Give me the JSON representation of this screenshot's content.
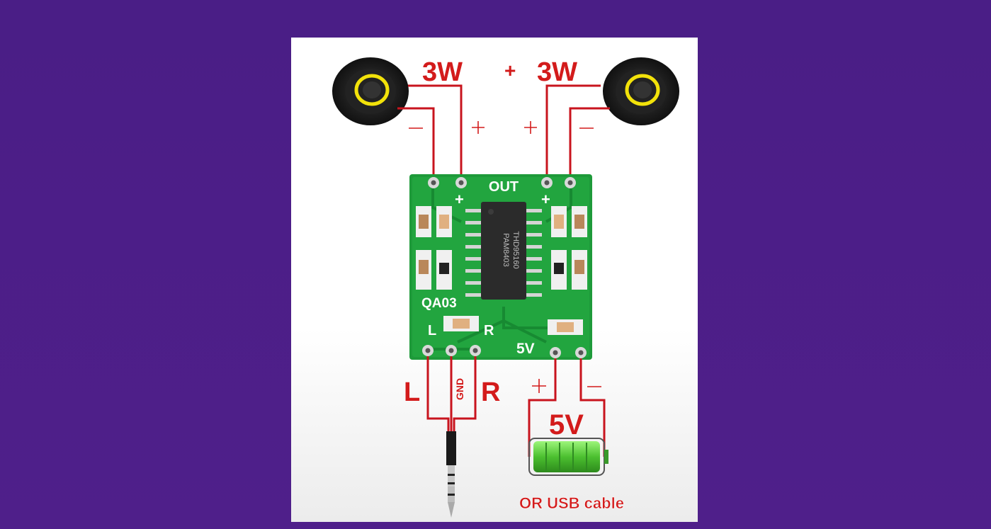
{
  "labels": {
    "power_left": "3W",
    "power_right": "3W",
    "power_plus": "+",
    "left_channel": "L",
    "ground": "GND",
    "right_channel": "R",
    "supply_voltage": "5V",
    "usb_note": "OR USB cable"
  },
  "board": {
    "out_label": "OUT",
    "model": "QA03",
    "chip_line1": "PAM8403",
    "chip_line2": "THD95160",
    "pin_l": "L",
    "pin_r": "R",
    "pin_5v": "5V"
  },
  "colors": {
    "wire": "#c8141e",
    "pcb": "#1e9a3a",
    "background": "#4f1f8a",
    "battery": "#5fd040",
    "speaker_ring": "#f2e20a"
  },
  "icons": [
    "speaker-icon",
    "speaker-icon",
    "audio-jack-icon",
    "battery-icon"
  ]
}
